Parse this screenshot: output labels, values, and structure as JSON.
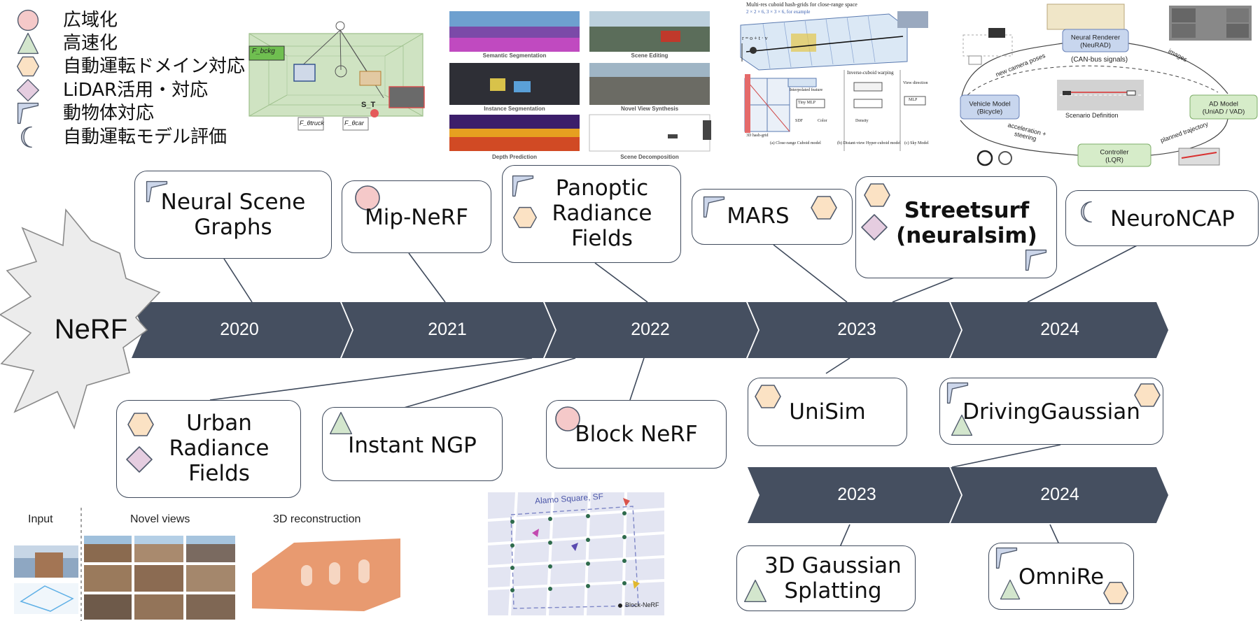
{
  "legend": [
    {
      "icon": "circle",
      "label": "広域化"
    },
    {
      "icon": "triangle",
      "label": "高速化"
    },
    {
      "icon": "hexagon",
      "label": "自動運転ドメイン対応"
    },
    {
      "icon": "diamond",
      "label": "LiDAR活用・対応"
    },
    {
      "icon": "corner",
      "label": "動物体対応"
    },
    {
      "icon": "crescent",
      "label": "自動運転モデル評価"
    }
  ],
  "origin": "NeRF",
  "timeline_years": [
    "2020",
    "2021",
    "2022",
    "2023",
    "2024"
  ],
  "gaussian_years": [
    "2023",
    "2024"
  ],
  "methods": {
    "neural_scene_graphs": "Neural Scene\nGraphs",
    "mip_nerf": "Mip-NeRF",
    "panoptic_radiance_fields": "Panoptic\nRadiance\nFields",
    "mars": "MARS",
    "streetsurf": "Streetsurf\n(neuralsim)",
    "neuroncap": "NeuroNCAP",
    "urban_radiance_fields": "Urban\nRadiance\nFields",
    "instant_ngp": "Instant NGP",
    "block_nerf": "Block NeRF",
    "unisim": "UniSim",
    "driving_gaussian": "DrivingGaussian",
    "gaussian_splatting": "3D Gaussian\nSplatting",
    "omnire": "OmniRe"
  },
  "figures": {
    "scene_graph": {
      "labels": [
        "F_bckg",
        "F_θtruck",
        "F_θcar",
        "S_T"
      ]
    },
    "panoptic": {
      "labels": [
        "Semantic Segmentation",
        "Scene Editing",
        "Instance Segmentation",
        "Novel View Synthesis",
        "Depth Prediction",
        "Scene Decomposition"
      ]
    },
    "streetsurf": {
      "title": "Multi-res cuboid hash-grids for close-range space",
      "subtitle": "2 × 2 × 6, 3 × 3 × 6, for example",
      "labels": [
        "r = o + t · v",
        "Inverse-cuboid warping",
        "Interpolated feature",
        "Tiny MLP",
        "SDF",
        "Color",
        "Density",
        "View direction",
        "MLP",
        "3D hash-grid",
        "(a) Close-range Cuboid model",
        "(b) Distant-view Hyper-cuboid model",
        "(c) Sky Model"
      ]
    },
    "neurad": {
      "nodes": [
        "Neural Renderer\n(NeuRAD)",
        "Vehicle Model\n(Bicycle)",
        "AD Model\n(UniAD / VAD)",
        "Controller\n(LQR)"
      ],
      "labels": [
        "(CAN-bus signals)",
        "new camera poses",
        "images",
        "Scenario Definition",
        "acceleration + steering",
        "planned trajectory"
      ]
    },
    "urban": {
      "labels": [
        "Input",
        "Novel views",
        "3D reconstruction"
      ]
    },
    "block_nerf": {
      "title": "Alamo Square, SF",
      "legend": "Block-NeRF"
    }
  },
  "colors": {
    "timeline": "#454f60",
    "circle": "#f5c9c9",
    "triangle": "#d3e6cd",
    "hexagon": "#fbe2c4",
    "diamond": "#e5cde0",
    "corner": "#ccd6ea",
    "crescent": "#d8dae3"
  }
}
